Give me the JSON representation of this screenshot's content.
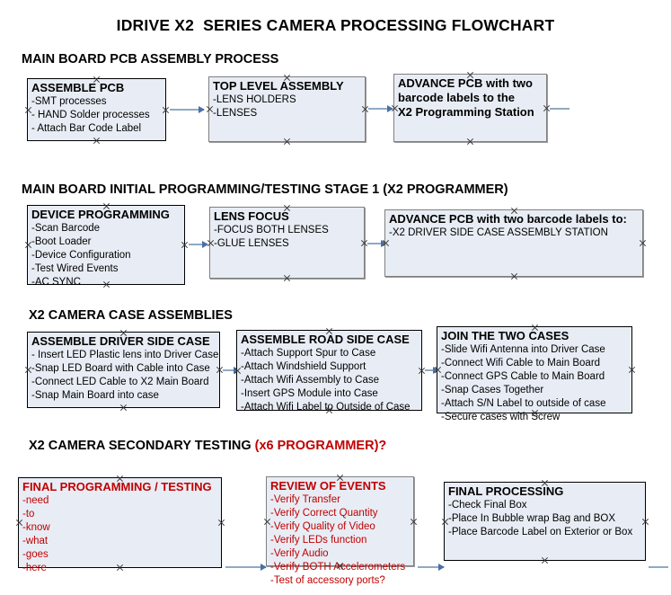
{
  "title": "IDRIVE X2  SERIES CAMERA PROCESSING FLOWCHART",
  "colors": {
    "box_fill": "#E8EDF5",
    "box_border": "#000000",
    "box_border_gray": "#7F7F7F",
    "arrow": "#8FAAC4",
    "arrow_head": "#4A6FA5",
    "red_text": "#C00000",
    "text": "#000000",
    "background": "#FFFFFF"
  },
  "sections": [
    {
      "heading": "MAIN BOARD PCB ASSEMBLY PROCESS",
      "heading_suffix": "",
      "nodes": [
        {
          "header": "ASSEMBLE PCB",
          "lines": [
            "-SMT processes",
            "- HAND Solder processes",
            "- Attach Bar Code Label"
          ]
        },
        {
          "header": "TOP LEVEL ASSEMBLY",
          "lines": [
            "-LENS HOLDERS",
            "-LENSES"
          ]
        },
        {
          "header": "ADVANCE PCB with two",
          "lines": [
            "barcode labels to the",
            " X2 Programming Station"
          ]
        }
      ]
    },
    {
      "heading": "MAIN BOARD INITIAL PROGRAMMING/TESTING STAGE 1 (X2 PROGRAMMER)",
      "heading_suffix": "",
      "nodes": [
        {
          "header": "DEVICE PROGRAMMING",
          "lines": [
            "-Scan Barcode",
            "-Boot Loader",
            "-Device Configuration",
            "-Test Wired Events",
            "-AC SYNC"
          ]
        },
        {
          "header": "LENS FOCUS",
          "lines": [
            "-FOCUS BOTH LENSES",
            "-GLUE LENSES"
          ]
        },
        {
          "header": "ADVANCE PCB with two barcode labels to:",
          "lines": [
            "-X2 DRIVER  SIDE  CASE  ASSEMBLY STATION"
          ]
        }
      ]
    },
    {
      "heading": "X2 CAMERA CASE ASSEMBLIES",
      "heading_suffix": "",
      "nodes": [
        {
          "header": "ASSEMBLE DRIVER SIDE CASE",
          "lines": [
            "- Insert LED Plastic lens into Driver Case",
            "-Snap LED Board with Cable into Case",
            "-Connect LED Cable to X2 Main Board",
            "-Snap Main Board into case"
          ]
        },
        {
          "header": "ASSEMBLE ROAD SIDE CASE",
          "lines": [
            "-Attach Support Spur to Case",
            "-Attach Windshield Support",
            "-Attach Wifi Assembly to Case",
            "-Insert GPS Module into Case",
            "-Attach Wifi Label to Outside of Case"
          ]
        },
        {
          "header": "JOIN THE TWO CASES",
          "lines": [
            "-Slide Wifi Antenna into Driver Case",
            "-Connect Wifi Cable to Main Board",
            "-Connect GPS Cable to Main Board",
            "-Snap Cases Together",
            "-Attach S/N Label to outside of case",
            "-Secure cases with Screw"
          ]
        }
      ]
    },
    {
      "heading": "X2 CAMERA SECONDARY TESTING ",
      "heading_suffix": "(x6 PROGRAMMER)?",
      "nodes": [
        {
          "header": "FINAL PROGRAMMING / TESTING",
          "lines": [
            "-need",
            "-to",
            "-know",
            "-what",
            "-goes",
            "-here"
          ]
        },
        {
          "header": "REVIEW OF EVENTS",
          "lines": [
            "-Verify Transfer",
            "-Verify Correct Quantity",
            "-Verify Quality of Video",
            "-Verify LEDs function",
            "-Verify Audio",
            "-Verify BOTH Accelerometers",
            "-Test of accessory ports?"
          ]
        },
        {
          "header": "FINAL PROCESSING",
          "lines": [
            " -Check Final Box",
            "-Place In Bubble wrap Bag and BOX",
            "-Place Barcode Label on Exterior or Box"
          ]
        }
      ]
    }
  ]
}
